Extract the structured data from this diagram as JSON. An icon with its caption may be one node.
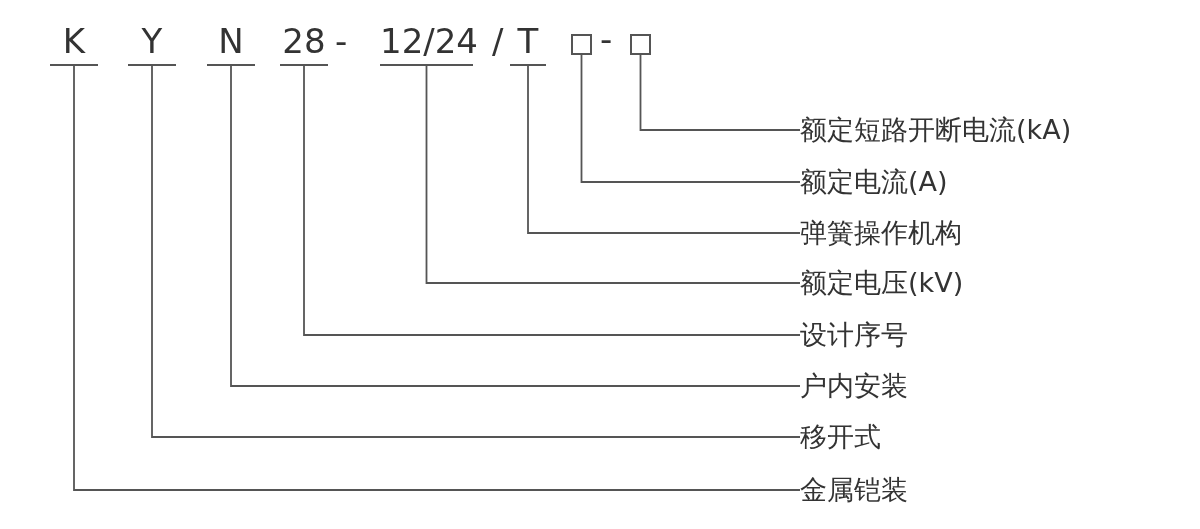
{
  "diagram": {
    "nodes": [
      {
        "text": [
          "K"
        ]
      },
      {
        "text": [
          "Y"
        ]
      },
      {
        "text": [
          "N"
        ]
      },
      {
        "text": [
          "28"
        ]
      },
      {
        "text": [
          "12/24"
        ]
      },
      {
        "text": [
          "T"
        ]
      },
      {
        "text": [],
        "shape": "box"
      },
      {
        "text": [],
        "shape": "box"
      },
      {
        "text": [
          "额定短路开断电流(kA)"
        ]
      },
      {
        "text": [
          "额定电流(A)"
        ]
      },
      {
        "text": [
          "弹簧操作机构"
        ]
      },
      {
        "text": [
          "额定电压(kV)"
        ]
      },
      {
        "text": [
          "设计序号"
        ]
      },
      {
        "text": [
          "户内安装"
        ]
      },
      {
        "text": [
          "移开式"
        ]
      },
      {
        "text": [
          "金属铠装"
        ]
      }
    ],
    "edges": [
      {
        "from": 7,
        "to": 8,
        "arrow": "none"
      },
      {
        "from": 6,
        "to": 9,
        "arrow": "none"
      },
      {
        "from": 5,
        "to": 10,
        "arrow": "none"
      },
      {
        "from": 4,
        "to": 11,
        "arrow": "none"
      },
      {
        "from": 3,
        "to": 12,
        "arrow": "none"
      },
      {
        "from": 2,
        "to": 13,
        "arrow": "none"
      },
      {
        "from": 1,
        "to": 14,
        "arrow": "none"
      },
      {
        "from": 0,
        "to": 15,
        "arrow": "none"
      }
    ],
    "labels": [
      "-",
      "/",
      "-"
    ]
  }
}
